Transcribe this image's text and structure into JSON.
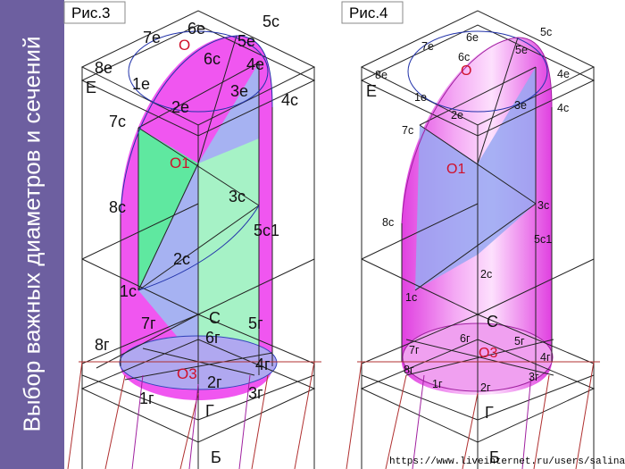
{
  "sidebar": {
    "title": "Выбор важных диаметров и сечений"
  },
  "figure3": {
    "title": "Рис.3",
    "labels": {
      "O": "O",
      "O1": "O1",
      "O3": "O3",
      "e1": "1e",
      "e2": "2e",
      "e3": "3e",
      "e4": "4e",
      "e5": "5e",
      "e6": "6e",
      "e7": "7e",
      "e8": "8e",
      "c1": "1c",
      "c2": "2c",
      "c3": "3c",
      "c4": "4c",
      "c5": "5c",
      "c5c1": "5c1",
      "c6": "6c",
      "c7": "7c",
      "c8": "8c",
      "g1": "1г",
      "g2": "2г",
      "g3": "3г",
      "g4": "4г",
      "g5": "5г",
      "g6": "6г",
      "g7": "7г",
      "g8": "8г",
      "E": "E",
      "S": "C",
      "G": "Г",
      "B": "Б"
    }
  },
  "figure4": {
    "title": "Рис.4",
    "labels": {
      "O": "O",
      "O1": "O1",
      "O3": "O3",
      "e1": "1e",
      "e2": "2e",
      "e3": "3e",
      "e4": "4e",
      "e5": "5e",
      "e6": "6e",
      "e7": "7e",
      "e8": "8e",
      "c1": "1c",
      "c2": "2c",
      "c3": "3c",
      "c4": "4c",
      "c5": "5c",
      "c5c1": "5c1",
      "c6": "6c",
      "c7": "7c",
      "c8": "8c",
      "g1": "1г",
      "g2": "2г",
      "g3": "3г",
      "g4": "4г",
      "g5": "5г",
      "g6": "6г",
      "g7": "7г",
      "g8": "8г",
      "E": "E",
      "S": "C",
      "G": "Г",
      "B": "Б"
    }
  },
  "watermark": "https://www.liveinternet.ru/users/salina_o/"
}
